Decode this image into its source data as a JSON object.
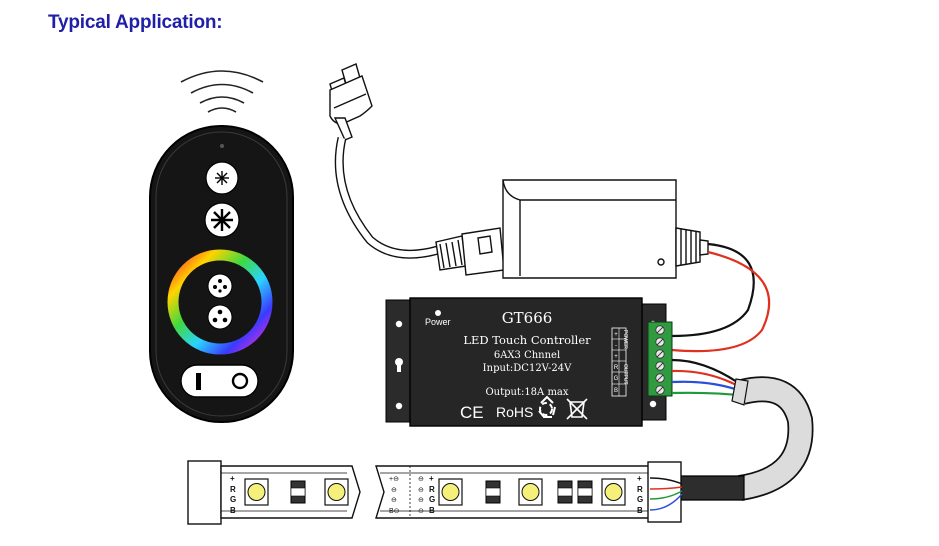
{
  "heading": "Typical Application:",
  "controller": {
    "power_label": "Power",
    "model": "GT666",
    "line1": "LED Touch Controller",
    "line2": "6AX3 Chnnel",
    "line3": "Input:DC12V-24V",
    "line4": "Output:18A max",
    "ce": "CE",
    "rohs": "RoHS",
    "terminal_power": "POWER",
    "terminal_output": "OUTPUT",
    "terminal_pins": [
      "+",
      "-",
      "+",
      "R",
      "G",
      "B"
    ]
  },
  "strip": {
    "pins_left": [
      "+",
      "R",
      "G",
      "B"
    ],
    "pins_mid_left": [
      "+⊖",
      "⊖",
      "⊖",
      "B⊖"
    ],
    "pins_mid_right": [
      "⊖",
      "⊖",
      "⊖",
      "⊖"
    ],
    "pins_mid_letters": [
      "+",
      "R",
      "G",
      "B"
    ],
    "pins_right": [
      "+",
      "R",
      "G",
      "B"
    ]
  },
  "colors": {
    "heading": "#1f1fa8",
    "controller_body": "#2b2b2b",
    "wire_red": "#e0301e",
    "wire_black": "#111111",
    "wire_blue": "#2b4fd8",
    "wire_green": "#1f9a3a",
    "led": "#f5f07a"
  }
}
